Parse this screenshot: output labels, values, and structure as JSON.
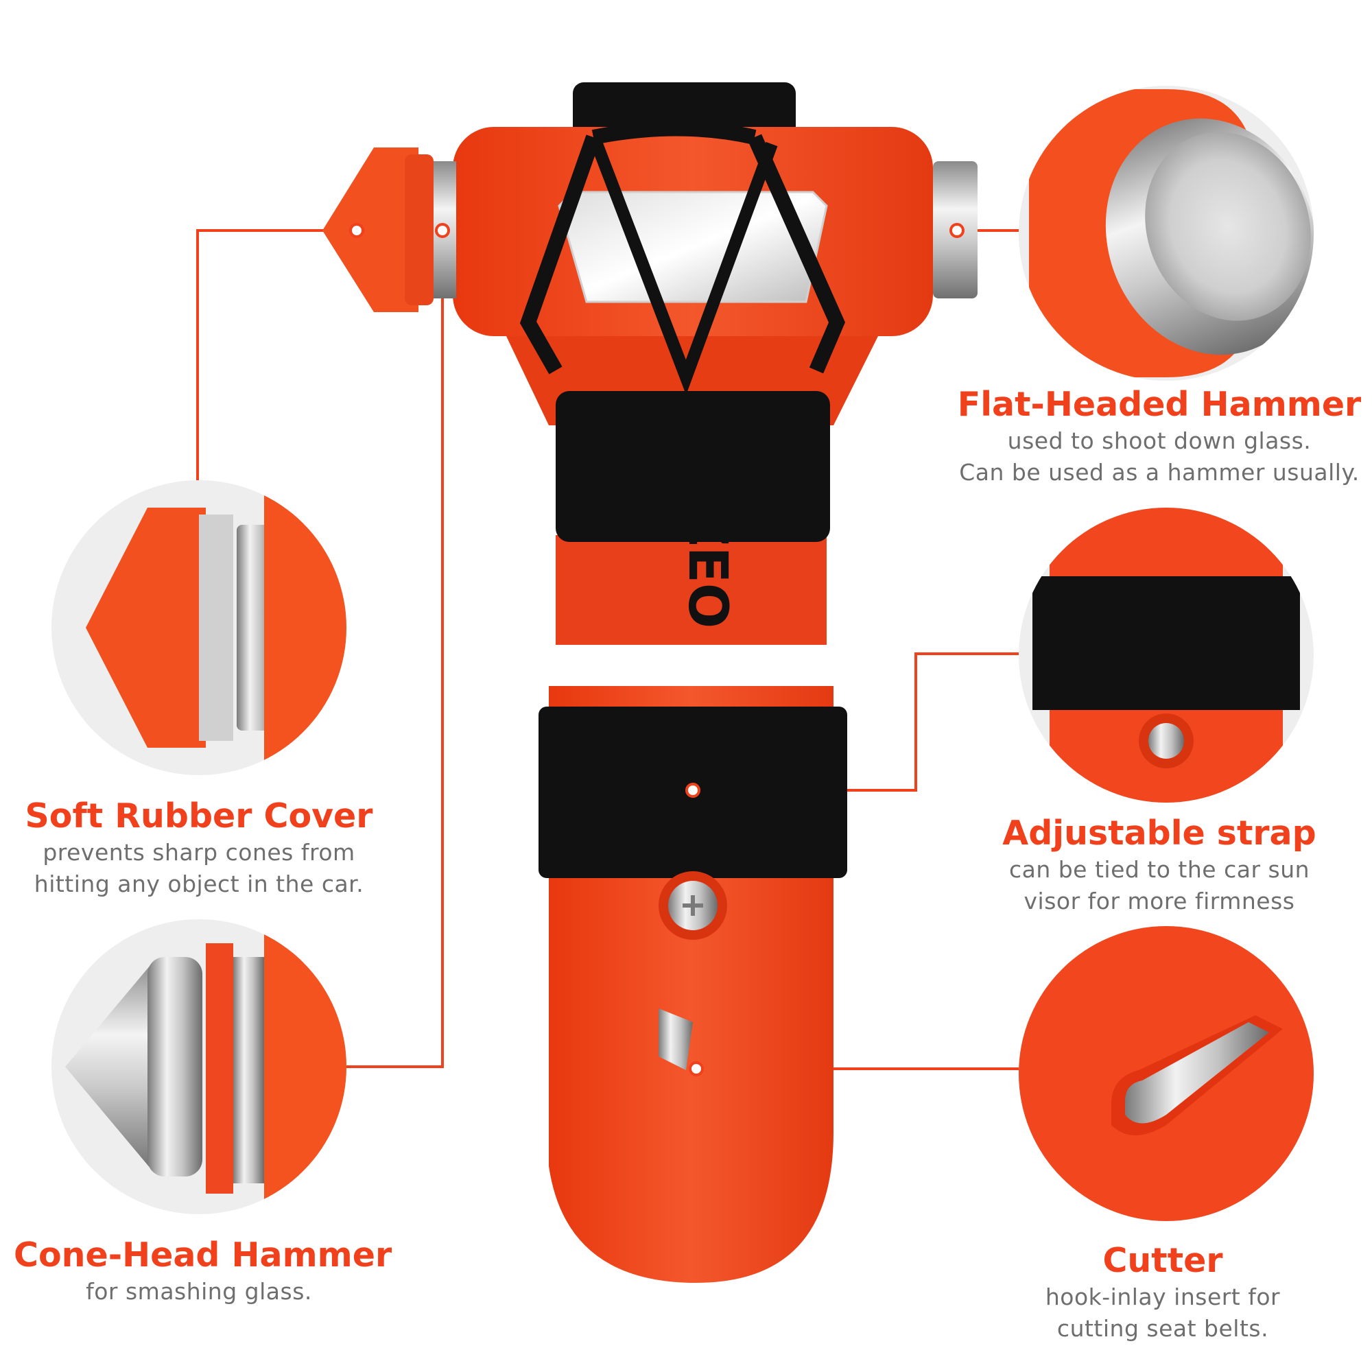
{
  "colors": {
    "accent": "#f0411c",
    "tool_body": "#f2461e",
    "strap": "#111111",
    "steel": "#c8c8c8",
    "description_text": "#6e6e6e",
    "inset_background": "#eeeeee"
  },
  "brand_mark": "SZEO",
  "callouts": {
    "flat_hammer": {
      "title": "Flat-Headed Hammer",
      "desc": [
        "used to shoot down glass.",
        "Can be used as a hammer usually."
      ]
    },
    "soft_cover": {
      "title": "Soft Rubber Cover",
      "desc": [
        "prevents sharp cones from",
        "hitting any object in the car."
      ]
    },
    "cone_hammer": {
      "title": "Cone-Head Hammer",
      "desc": [
        "for smashing glass."
      ]
    },
    "strap": {
      "title": "Adjustable strap",
      "desc": [
        "can be tied to the car sun",
        "visor for more firmness"
      ]
    },
    "cutter": {
      "title": "Cutter",
      "desc": [
        "hook-inlay insert for",
        "cutting seat belts."
      ]
    }
  }
}
